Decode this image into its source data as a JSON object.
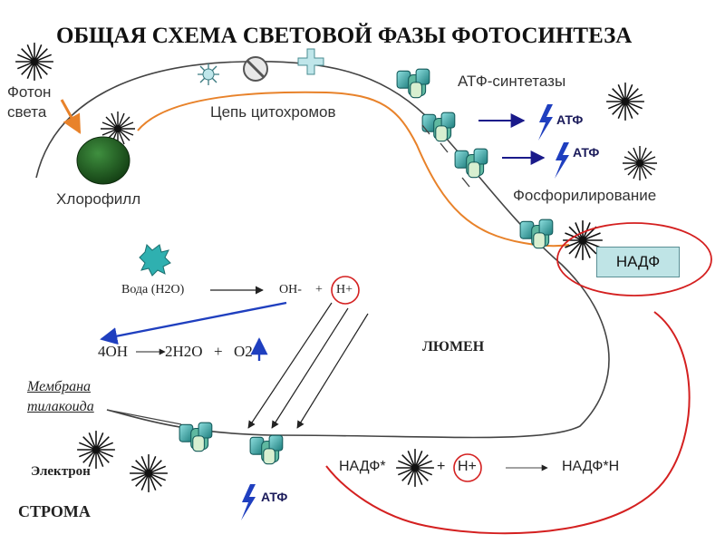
{
  "title": "ОБЩАЯ СХЕМА СВЕТОВОЙ ФАЗЫ ФОТОСИНТЕЗА",
  "labels": {
    "photon_line1": "Фотон",
    "photon_line2": "света",
    "chlorophyll": "Хлорофилл",
    "cytochrome_chain": "Цепь цитохромов",
    "atp_synthases": "АТФ-синтетазы",
    "phosphorylation": "Фосфорилирование",
    "nadp_box": "НАДФ",
    "water": "Вода (Н2О)",
    "oh_minus": "ОН-",
    "plus": "+",
    "h_plus": "Н+",
    "four_oh": "4ОН",
    "two_h2o": "2Н2О",
    "o2": "О2",
    "lumen": "ЛЮМЕН",
    "membrane_line1": "Мембрана",
    "membrane_line2": "тилакоида",
    "electron": "Электрон",
    "stroma": "СТРОМА",
    "nadp_star": "НАДФ*",
    "h_plus_bottom": "Н+",
    "nadp_h": "НАДФ*Н",
    "atp_1": "АТФ",
    "atp_2": "АТФ",
    "atp_3": "АТФ"
  },
  "colors": {
    "membrane": "#444444",
    "electron_path": "#e8822a",
    "photon_arrow": "#e8822a",
    "water_arrow": "#1f3fbf",
    "atp_bolt": "#1f3fbf",
    "red_outline": "#d42020",
    "chlorophyll": "#1f5a1f",
    "synthase": "#2fa5a5"
  },
  "icons": [
    "photon-burst-icon",
    "atp-synthase-icon",
    "lightning-bolt-icon",
    "cytochrome-icon",
    "water-splash-icon"
  ]
}
